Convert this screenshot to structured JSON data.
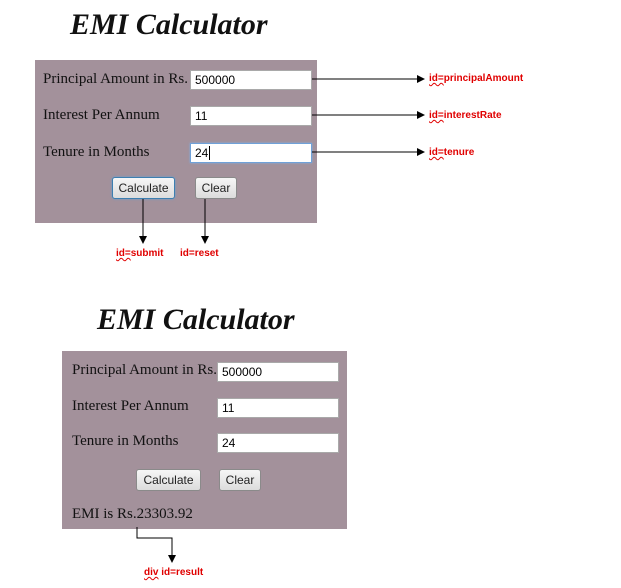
{
  "form1": {
    "title": "EMI Calculator",
    "principal_label": "Principal Amount in Rs.",
    "principal_value": "500000",
    "interest_label": "Interest Per Annum",
    "interest_value": "11",
    "tenure_label": "Tenure in Months",
    "tenure_value": "24",
    "calculate_label": "Calculate",
    "clear_label": "Clear"
  },
  "form2": {
    "title": "EMI Calculator",
    "principal_label": "Principal Amount in Rs.",
    "principal_value": "500000",
    "interest_label": "Interest Per Annum",
    "interest_value": "11",
    "tenure_label": "Tenure in Months",
    "tenure_value": "24",
    "calculate_label": "Calculate",
    "clear_label": "Clear",
    "result_text": "EMI is Rs.23303.92"
  },
  "annotations": {
    "principal": {
      "prefix": "id=",
      "name": "principalAmount"
    },
    "interest": {
      "prefix": "id=",
      "name": "interestRate"
    },
    "tenure": {
      "prefix": "id=",
      "name": "tenure"
    },
    "submit": {
      "prefix": "id=",
      "name": "submit"
    },
    "reset": {
      "prefix": "id=",
      "name": "reset"
    },
    "result": {
      "prefix": "div",
      "id": "id=result"
    }
  },
  "colors": {
    "panel": "#a3919b",
    "annotation": "#e00000"
  }
}
